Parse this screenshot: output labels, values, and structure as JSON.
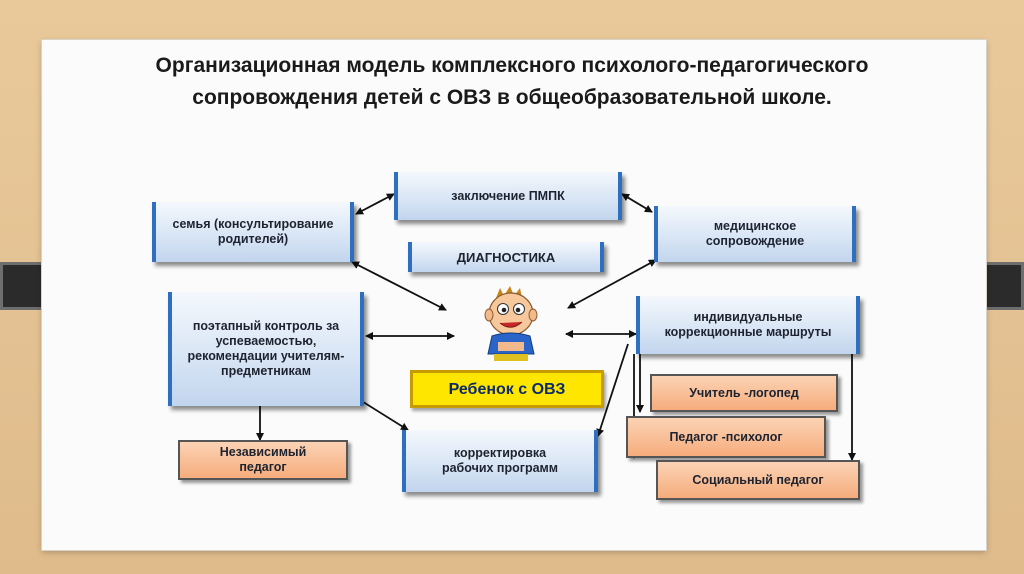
{
  "title": "Организационная модель комплексного психолого-педагогического сопровождения детей с ОВЗ в общеобразовательной школе.",
  "nodes": {
    "pmpk": "заключение ПМПК",
    "family": "семья (консультирование родителей)",
    "medical": "медицинское сопровождение",
    "diagnostics": "ДИАГНОСТИКА",
    "control": "поэтапный контроль за успеваемостью, рекомендации учителям-предметникам",
    "routes": "индивидуальные коррекционные маршруты",
    "child": "Ребенок с ОВЗ",
    "independent": "Независимый педагог",
    "correction": "корректировка рабочих программ",
    "speech": "Учитель -логопед",
    "psych": "Педагог -психолог",
    "social": "Социальный педагог"
  }
}
